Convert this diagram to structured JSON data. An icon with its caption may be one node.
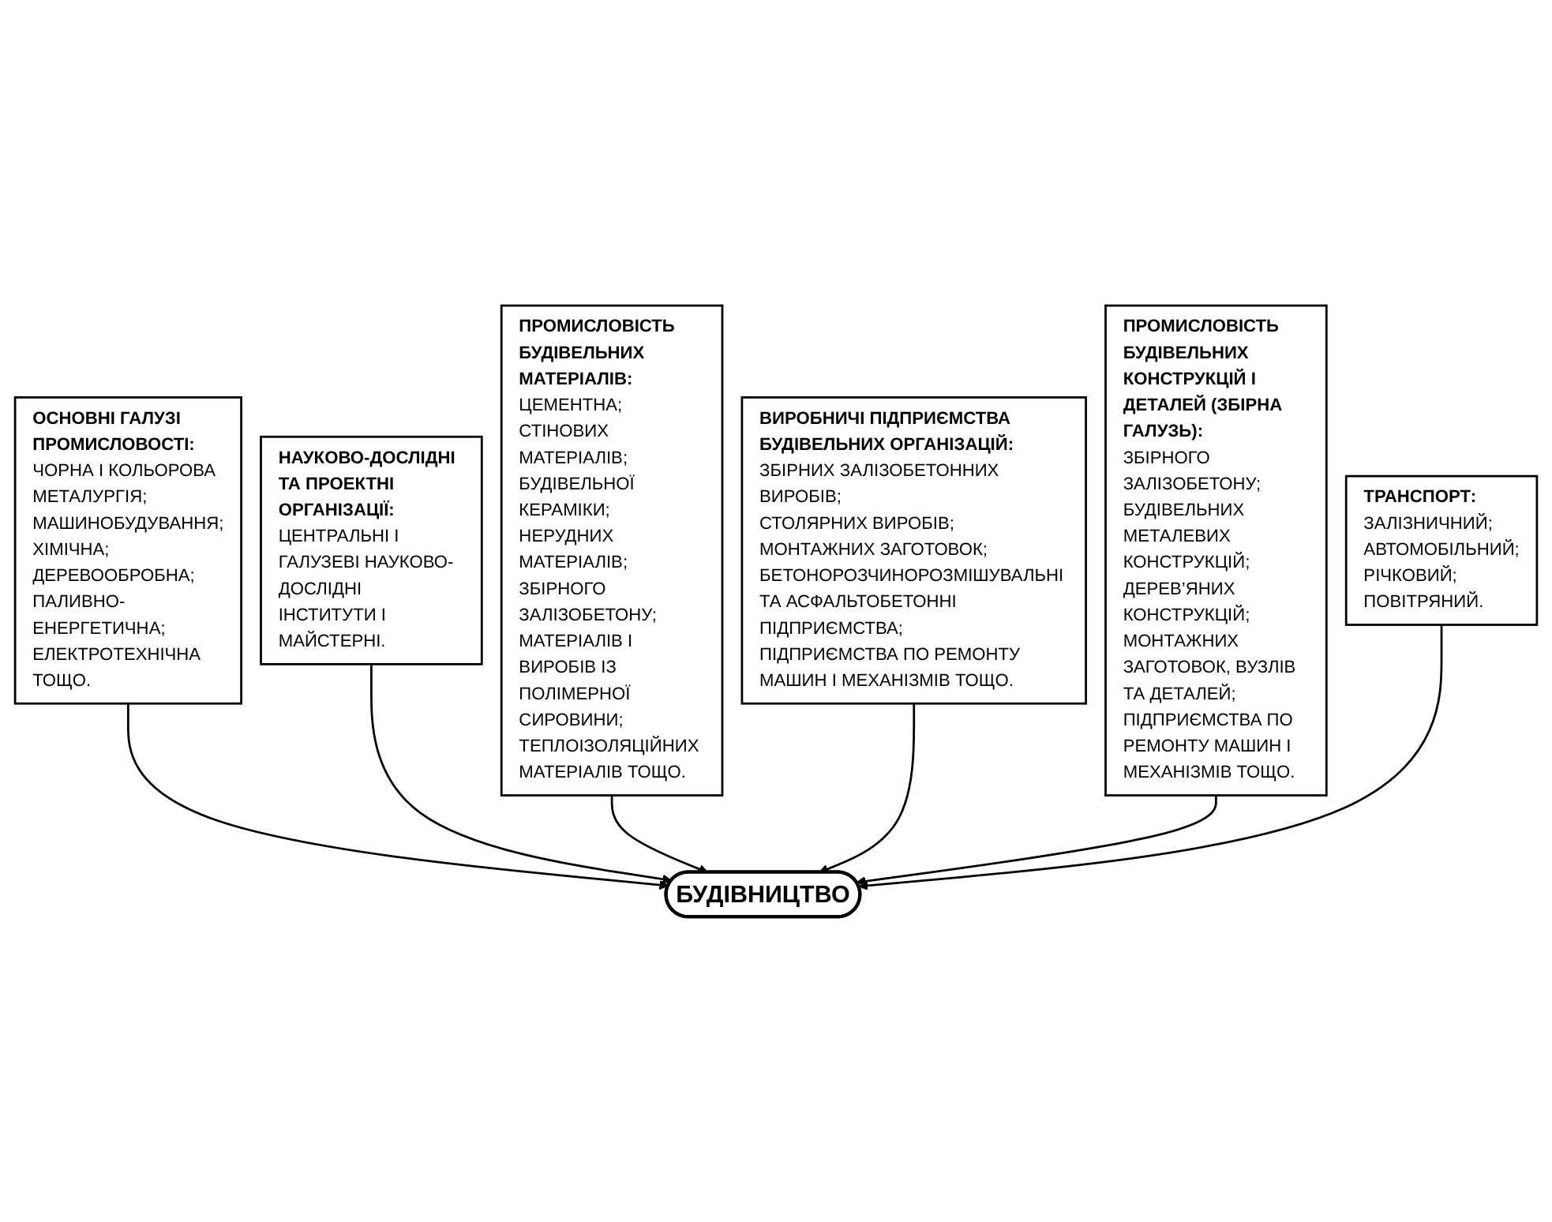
{
  "diagram": {
    "nodes": [
      {
        "text": [
          "ОСНОВНІ ГАЛУЗІ ПРОМИСЛОВОСТІ:",
          "ЧОРНА І КОЛЬОРОВА МЕТАЛУРГІЯ;",
          "МАШИНОБУДУВАННЯ;",
          "ХІМІЧНА;",
          "ДЕРЕВООБРОБНА;",
          "ПАЛИВНО-ЕНЕРГЕТИЧНА;",
          "ЕЛЕКТРОТЕХНІЧНА ТОЩО."
        ]
      },
      {
        "text": [
          "НАУКОВО-ДОСЛІДНІ ТА ПРОЕКТНІ ОРГАНІЗАЦІЇ:",
          "ЦЕНТРАЛЬНІ І ГАЛУЗЕВІ НАУКОВО-ДОСЛІДНІ ІНСТИТУТИ І МАЙСТЕРНІ."
        ]
      },
      {
        "text": [
          "ПРОМИСЛОВІСТЬ БУДІВЕЛЬНИХ МАТЕРІАЛІВ:",
          "ЦЕМЕНТНА;",
          "СТІНОВИХ МАТЕРІАЛІВ; БУДІВЕЛЬНОЇ КЕРАМІКИ;",
          "НЕРУДНИХ МАТЕРІАЛІВ;",
          "ЗБІРНОГО ЗАЛІЗОБЕТОНУ;",
          "МАТЕРІАЛІВ І ВИРОБІВ ІЗ ПОЛІМЕРНОЇ СИРОВИНИ;",
          "ТЕПЛОІЗОЛЯЦІЙНИХ МАТЕРІАЛІВ ТОЩО."
        ]
      },
      {
        "text": [
          "БУДІВНИЦТВО"
        ]
      },
      {
        "text": [
          "ВИРОБНИЧІ ПІДПРИЄМСТВА БУДІВЕЛЬНИХ ОРГАНІЗАЦІЙ:",
          "ЗБІРНИХ ЗАЛІЗОБЕТОННИХ ВИРОБІВ;",
          "СТОЛЯРНИХ ВИРОБІВ;",
          "МОНТАЖНИХ ЗАГОТОВОК;",
          "БЕТОНОРОЗЧИНОРОЗМІШУВАЛЬНІ ТА АСФАЛЬТОБЕТОННІ ПІДПРИЄМСТВА;",
          "ПІДПРИЄМСТВА ПО РЕМОНТУ МАШИН І МЕХАНІЗМІВ ТОЩО."
        ]
      },
      {
        "text": [
          "ПРОМИСЛОВІСТЬ БУДІВЕЛЬНИХ КОНСТРУКЦІЙ І ДЕТАЛЕЙ (ЗБІРНА ГАЛУЗЬ):",
          "ЗБІРНОГО ЗАЛІЗОБЕТОНУ;",
          "БУДІВЕЛЬНИХ МЕТАЛЕВИХ КОНСТРУКЦІЙ;",
          "ДЕРЕВ’ЯНИХ КОНСТРУКЦІЙ;",
          "МОНТАЖНИХ ЗАГОТОВОК, ВУЗЛІВ ТА ДЕТАЛЕЙ;",
          "ПІДПРИЄМСТВА ПО РЕМОНТУ МАШИН І МЕХАНІЗМІВ ТОЩО."
        ]
      },
      {
        "text": [
          "ТРАНСПОРТ:",
          "ЗАЛІЗНИЧНИЙ;",
          "АВТОМОБІЛЬНИЙ;",
          "РІЧКОВИЙ;",
          "ПОВІТРЯНИЙ."
        ]
      }
    ],
    "edges": [
      {
        "from": 0,
        "to": 3,
        "arrow": "to"
      },
      {
        "from": 1,
        "to": 3,
        "arrow": "to"
      },
      {
        "from": 2,
        "to": 3,
        "arrow": "to"
      },
      {
        "from": 4,
        "to": 3,
        "arrow": "to"
      },
      {
        "from": 5,
        "to": 3,
        "arrow": "to"
      },
      {
        "from": 6,
        "to": 3,
        "arrow": "to"
      }
    ]
  }
}
